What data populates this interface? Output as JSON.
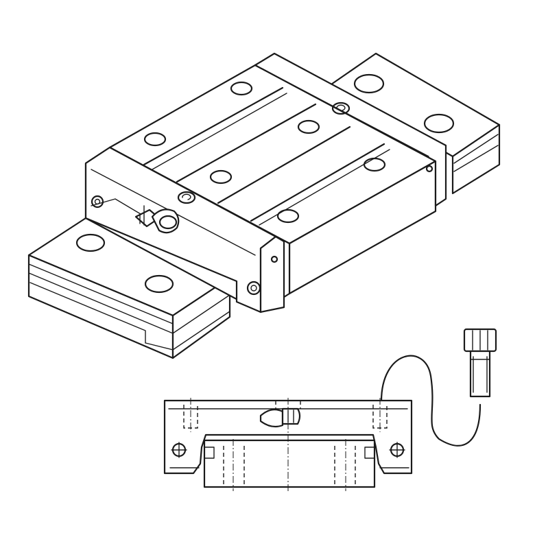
{
  "figure": {
    "line_color": "#1a1a1a",
    "background_color": "#ffffff",
    "components": [
      "linear-guide-rail",
      "carriage-block",
      "grease-nipple",
      "end-seal",
      "cap-screw",
      "carriage-front-view"
    ]
  }
}
